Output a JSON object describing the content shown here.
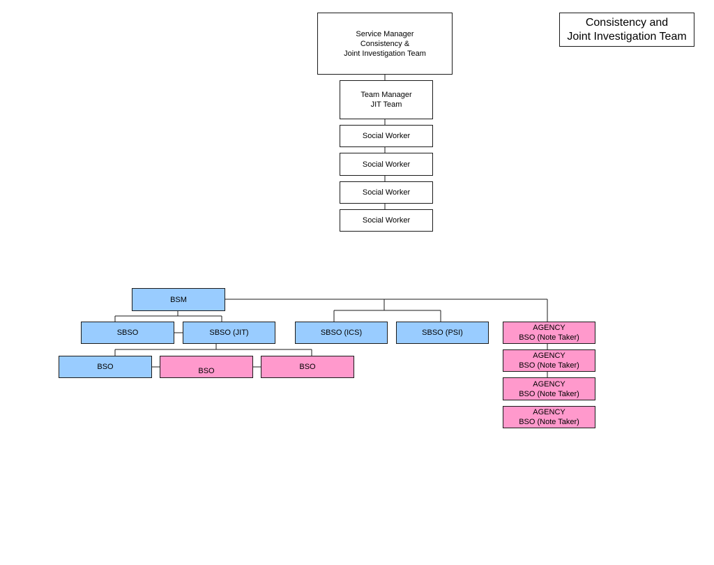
{
  "title": [
    "Consistency and",
    "Joint Investigation Team"
  ],
  "top_chain": {
    "service_manager": [
      "Service Manager",
      "Consistency &",
      "Joint Investigation Team"
    ],
    "team_manager": [
      "Team Manager",
      "JIT Team"
    ],
    "social_workers": [
      "Social Worker",
      "Social Worker",
      "Social Worker",
      "Social Worker"
    ]
  },
  "business_support": {
    "bsm": "BSM",
    "sbso": "SBSO",
    "sbso_jit": "SBSO (JIT)",
    "sbso_ics": "SBSO (ICS)",
    "sbso_psi": "SBSO (PSI)",
    "bso": [
      "BSO",
      "BSO",
      "BSO"
    ],
    "agency": [
      [
        "AGENCY",
        "BSO  (Note Taker)"
      ],
      [
        "AGENCY",
        "BSO (Note Taker)"
      ],
      [
        "AGENCY",
        "BSO (Note Taker)"
      ],
      [
        "AGENCY",
        "BSO (Note Taker)"
      ]
    ]
  },
  "colors": {
    "blue": "#99ccff",
    "pink": "#ff99cc",
    "line": "#1a1a1a"
  }
}
